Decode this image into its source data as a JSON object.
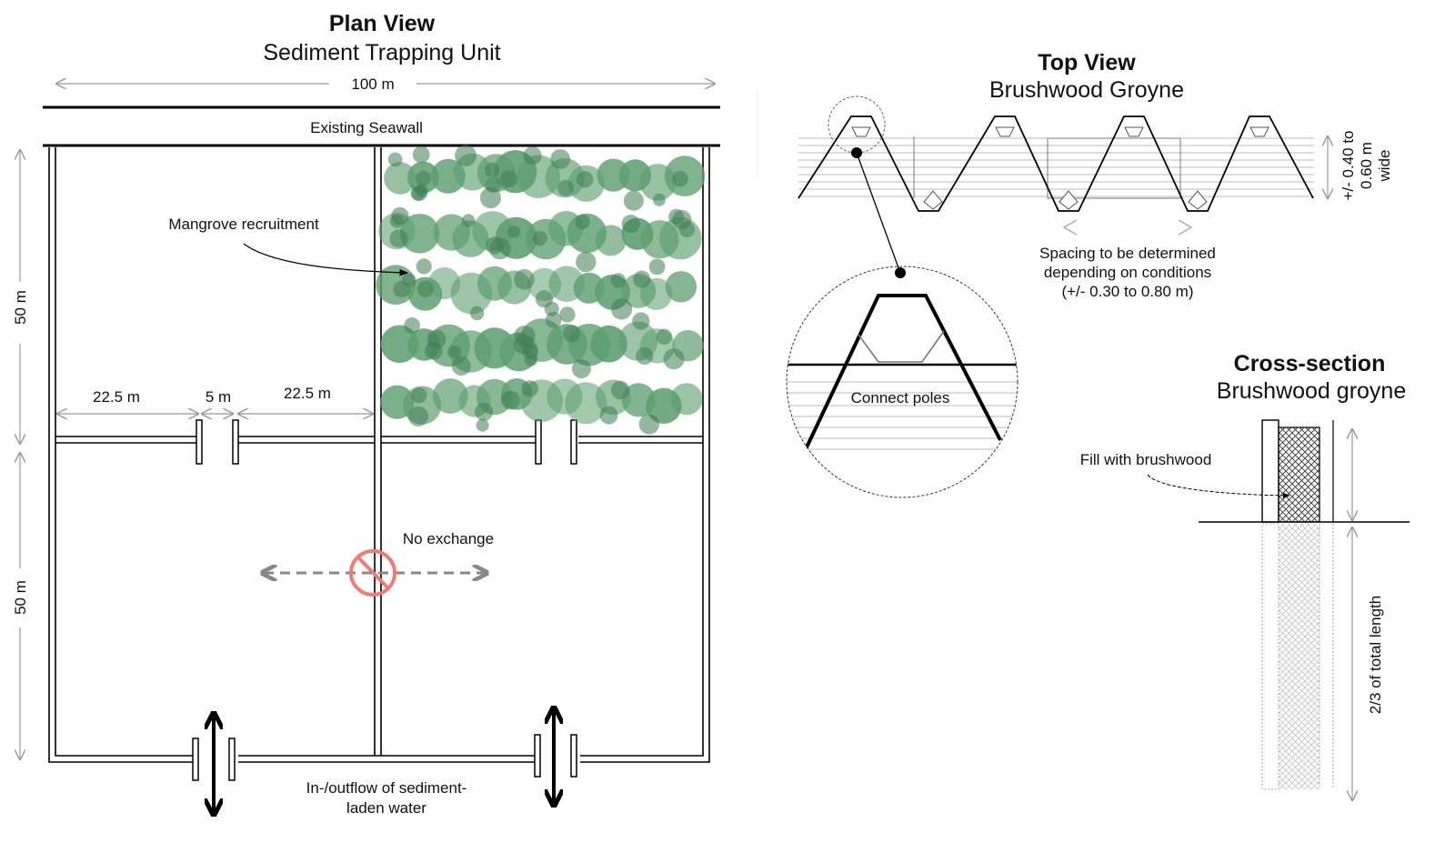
{
  "plan": {
    "title": "Plan View",
    "subtitle": "Sediment Trapping Unit",
    "width_label": "100 m",
    "seawall_label": "Existing Seawall",
    "height_upper_label": "50 m",
    "height_lower_label": "50 m",
    "dim_left": "22.5 m",
    "dim_gap": "5 m",
    "dim_right": "22.5 m",
    "mangrove_label": "Mangrove recruitment",
    "no_exchange_label": "No exchange",
    "inflow_line1": "In-/outflow of sediment-",
    "inflow_line2": "laden water",
    "colors": {
      "mangrove": "#5e9e70",
      "no_exchange": "#f07a7a",
      "arrow_gray": "#888888"
    }
  },
  "top": {
    "title": "Top View",
    "subtitle": "Brushwood Groyne",
    "width_line1": "+/- 0.40 to",
    "width_line2": "0.60 m",
    "width_line3": "wide",
    "spacing_line1": "Spacing to be determined",
    "spacing_line2": "depending on conditions",
    "spacing_line3": "(+/- 0.30 to 0.80 m)",
    "connect_label": "Connect poles"
  },
  "cross": {
    "title": "Cross-section",
    "subtitle": "Brushwood groyne",
    "fill_label": "Fill with brushwood",
    "depth_label": "2/3 of total length"
  }
}
